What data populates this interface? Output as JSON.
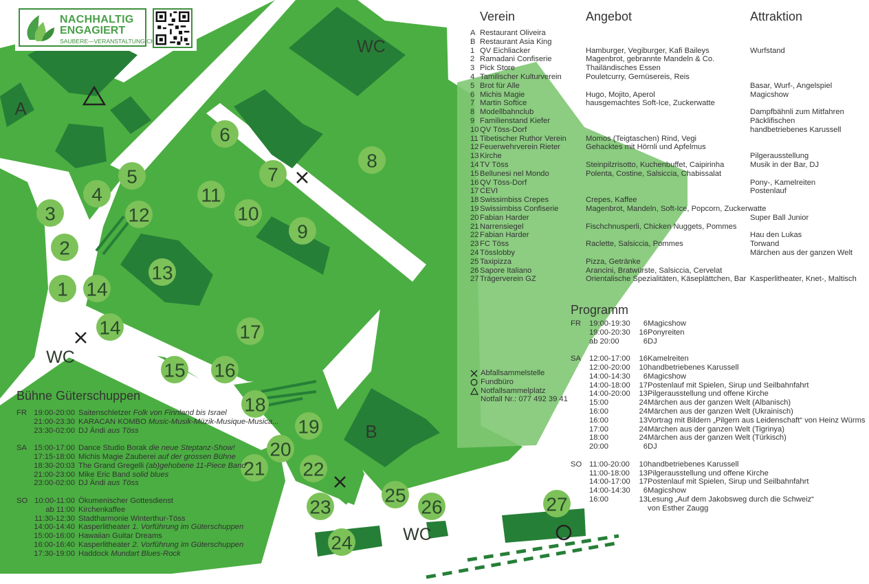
{
  "logo": {
    "line1": "NACHHALTIG",
    "line2": "ENGAGIERT",
    "line3": "SAUBERE—VERANSTALTUNG.CH",
    "qr_icon": "qr-code-icon"
  },
  "colors": {
    "light_green": "#6cc35c",
    "mid_green": "#4bae42",
    "dark_green": "#267f37",
    "circle": "#7cc259",
    "text": "#333333"
  },
  "map": {
    "stands": [
      "1",
      "2",
      "3",
      "4",
      "5",
      "6",
      "7",
      "8",
      "9",
      "10",
      "11",
      "12",
      "13",
      "14",
      "14",
      "15",
      "16",
      "17",
      "18",
      "19",
      "20",
      "21",
      "22",
      "23",
      "24",
      "25",
      "26",
      "27"
    ],
    "buildings": [
      "A",
      "B"
    ],
    "wc": [
      "WC",
      "WC",
      "WC"
    ]
  },
  "headers": {
    "verein": "Verein",
    "angebot": "Angebot",
    "attraktion": "Attraktion",
    "programm": "Programm",
    "buehne": "Bühne Güterschuppen"
  },
  "vereine": [
    {
      "id": "A",
      "name": "Restaurant Oliveira",
      "angebot": "",
      "attraktion": ""
    },
    {
      "id": "B",
      "name": "Restaurant Asia King",
      "angebot": "",
      "attraktion": ""
    },
    {
      "id": "1",
      "name": "QV Eichliacker",
      "angebot": "Hamburger, Vegiburger, Kafi Baileys",
      "attraktion": "Wurfstand"
    },
    {
      "id": "2",
      "name": "Ramadani Confiserie",
      "angebot": "Magenbrot, gebrannte Mandeln & Co.",
      "attraktion": ""
    },
    {
      "id": "3",
      "name": "Pick Store",
      "angebot": "Thailändisches Essen",
      "attraktion": ""
    },
    {
      "id": "4",
      "name": "Tamilischer Kulturverein",
      "angebot": "Pouletcurry, Gemüsereis, Reis",
      "attraktion": ""
    },
    {
      "id": "5",
      "name": "Brot für Alle",
      "angebot": "",
      "attraktion": "Basar, Wurf-, Angelspiel"
    },
    {
      "id": "6",
      "name": "Michis Magie",
      "angebot": "Hugo, Mojito, Aperol",
      "attraktion": "Magicshow"
    },
    {
      "id": "7",
      "name": "Martin Softice",
      "angebot": "hausgemachtes Soft-Ice, Zuckerwatte",
      "attraktion": ""
    },
    {
      "id": "8",
      "name": "Modellbahnclub",
      "angebot": "",
      "attraktion": "Dampfbähnli zum Mitfahren"
    },
    {
      "id": "9",
      "name": "Familienstand Kiefer",
      "angebot": "",
      "attraktion": "Päcklifischen"
    },
    {
      "id": "10",
      "name": "QV Töss-Dorf",
      "angebot": "",
      "attraktion": "handbetriebenes Karussell"
    },
    {
      "id": "11",
      "name": "Tibetischer Ruthor Verein",
      "angebot": "Momos (Teigtaschen) Rind, Vegi",
      "attraktion": ""
    },
    {
      "id": "12",
      "name": "Feuerwehrverein Rieter",
      "angebot": "Gehacktes mit Hörnli und Apfelmus",
      "attraktion": ""
    },
    {
      "id": "13",
      "name": "Kirche",
      "angebot": "",
      "attraktion": "Pilgerausstellung"
    },
    {
      "id": "14",
      "name": "TV Töss",
      "angebot": "Steinpilzrisotto, Kuchenbuffet, Caipirinha",
      "attraktion": "Musik in der Bar, DJ"
    },
    {
      "id": "15",
      "name": "Bellunesi nel Mondo",
      "angebot": "Polenta, Costine, Salsiccia, Chabissalat",
      "attraktion": ""
    },
    {
      "id": "16",
      "name": "QV Töss-Dorf",
      "angebot": "",
      "attraktion": "Pony-, Kamelreiten"
    },
    {
      "id": "17",
      "name": "CEVI",
      "angebot": "",
      "attraktion": "Postenlauf"
    },
    {
      "id": "18",
      "name": "Swissimbiss Crepes",
      "angebot": "Crepes, Kaffee",
      "attraktion": ""
    },
    {
      "id": "19",
      "name": "Swissimbiss Confiserie",
      "angebot": "Magenbrot, Mandeln, Soft-Ice, Popcorn, Zuckerwatte",
      "attraktion": ""
    },
    {
      "id": "20",
      "name": "Fabian Harder",
      "angebot": "",
      "attraktion": "Super Ball Junior"
    },
    {
      "id": "21",
      "name": "Narrensiegel",
      "angebot": "Fischchnusperli, Chicken Nuggets, Pommes",
      "attraktion": ""
    },
    {
      "id": "22",
      "name": "Fabian Harder",
      "angebot": "",
      "attraktion": "Hau den Lukas"
    },
    {
      "id": "23",
      "name": "FC Töss",
      "angebot": "Raclette, Salsiccia, Pommes",
      "attraktion": "Torwand"
    },
    {
      "id": "24",
      "name": "Tösslobby",
      "angebot": "",
      "attraktion": "Märchen aus der ganzen Welt"
    },
    {
      "id": "25",
      "name": "Taxipizza",
      "angebot": "Pizza, Getränke",
      "attraktion": ""
    },
    {
      "id": "26",
      "name": "Sapore Italiano",
      "angebot": "Arancini, Bratwürste, Salsiccia, Cervelat",
      "attraktion": ""
    },
    {
      "id": "27",
      "name": "Trägerverein GZ",
      "angebot": "Orientalische Spezialitäten, Käseplättchen, Bar",
      "attraktion": "Kasperlitheater, Knet-, Maltisch"
    }
  ],
  "legend": [
    {
      "icon": "cross-icon",
      "label": "Abfallsammelstelle"
    },
    {
      "icon": "circle-icon",
      "label": "Fundbüro"
    },
    {
      "icon": "triangle-icon",
      "label": "Notfallsammelplatz"
    },
    {
      "icon": "",
      "label": "Notfall Nr.: 077 492 39 41"
    }
  ],
  "programm": [
    {
      "day": "FR",
      "time": "19:00-19:30",
      "stand": "6",
      "event": "Magicshow"
    },
    {
      "day": "",
      "time": "19:00-20:30",
      "stand": "16",
      "event": "Ponyreiten"
    },
    {
      "day": "",
      "time": "ab 20:00",
      "stand": "6",
      "event": "DJ"
    },
    {
      "day": "SA",
      "time": "12:00-17:00",
      "stand": "16",
      "event": "Kamelreiten"
    },
    {
      "day": "",
      "time": "12:00-20:00",
      "stand": "10",
      "event": "handbetriebenes Karussell"
    },
    {
      "day": "",
      "time": "14:00-14:30",
      "stand": "6",
      "event": "Magicshow"
    },
    {
      "day": "",
      "time": "14:00-18:00",
      "stand": "17",
      "event": "Postenlauf mit Spielen, Sirup und Seilbahnfahrt"
    },
    {
      "day": "",
      "time": "14:00-20:00",
      "stand": "13",
      "event": "Pilgerausstellung und offene Kirche"
    },
    {
      "day": "",
      "time": "15:00",
      "stand": "24",
      "event": "Märchen aus der ganzen Welt (Albanisch)"
    },
    {
      "day": "",
      "time": "16:00",
      "stand": "24",
      "event": "Märchen aus der ganzen Welt (Ukrainisch)"
    },
    {
      "day": "",
      "time": "16:00",
      "stand": "13",
      "event": "Vortrag mit Bildern „Pilgern aus Leidenschaft“ von Heinz Würms"
    },
    {
      "day": "",
      "time": "17:00",
      "stand": "24",
      "event": "Märchen aus der ganzen Welt (Tigrinya)"
    },
    {
      "day": "",
      "time": "18:00",
      "stand": "24",
      "event": "Märchen aus der ganzen Welt (Türkisch)"
    },
    {
      "day": "",
      "time": "20:00",
      "stand": "6",
      "event": "DJ"
    },
    {
      "day": "SO",
      "time": "11:00-20:00",
      "stand": "10",
      "event": "handbetriebenes Karussell"
    },
    {
      "day": "",
      "time": "11:00-18:00",
      "stand": "13",
      "event": "Pilgerausstellung und offene Kirche"
    },
    {
      "day": "",
      "time": "14:00-17:00",
      "stand": "17",
      "event": "Postenlauf mit Spielen, Sirup und Seilbahnfahrt"
    },
    {
      "day": "",
      "time": "14:00-14:30",
      "stand": "6",
      "event": "Magicshow"
    },
    {
      "day": "",
      "time": "16:00",
      "stand": "13",
      "event": "Lesung „Auf dem Jakobsweg durch die Schweiz“"
    },
    {
      "day": "",
      "time": "",
      "stand": "",
      "event": "von Esther Zaugg"
    }
  ],
  "buehne": [
    {
      "day": "FR",
      "time": "19:00-20:00",
      "act": "Saitenschletzer",
      "desc": "Folk von Finnland bis Israel"
    },
    {
      "day": "",
      "time": "21:00-23:30",
      "act": "KARACAN KOMBO",
      "desc": "Music-Musik-Müzik-Musique-Musica..."
    },
    {
      "day": "",
      "time": "23:30-02:00",
      "act": "DJ Ändi",
      "desc": "aus Töss"
    },
    {
      "day": "SA",
      "time": "15:00-17:00",
      "act": "Dance Studio Borak",
      "desc": "die neue Steptanz-Show!"
    },
    {
      "day": "",
      "time": "17:15-18:00",
      "act": "Michis Magie Zauberei",
      "desc": "auf der grossen Bühne"
    },
    {
      "day": "",
      "time": "18:30-20:03",
      "act": "The Grand Gregelli",
      "desc": "(ab)gehobene 11-Piece Band"
    },
    {
      "day": "",
      "time": "21:00-23:00",
      "act": "Mike Eric Band",
      "desc": "solid blues"
    },
    {
      "day": "",
      "time": "23:00-02:00",
      "act": "DJ Ändi",
      "desc": "aus Töss"
    },
    {
      "day": "SO",
      "time": "10:00-11:00",
      "act": "Ökumenischer Gottesdienst",
      "desc": ""
    },
    {
      "day": "",
      "time": "ab 11:00",
      "act": "Kirchenkaffee",
      "desc": ""
    },
    {
      "day": "",
      "time": "11:30-12:30",
      "act": "Stadtharmonie Winterthur-Töss",
      "desc": ""
    },
    {
      "day": "",
      "time": "14:00-14:40",
      "act": "Kasperlitheater",
      "desc": "1. Vorführung im Güterschuppen"
    },
    {
      "day": "",
      "time": "15:00-16:00",
      "act": "Hawaiian Guitar Dreams",
      "desc": ""
    },
    {
      "day": "",
      "time": "16:00-16:40",
      "act": "Kasperlitheater",
      "desc": "2. Vorführung im Güterschuppen"
    },
    {
      "day": "",
      "time": "17:30-19:00",
      "act": "Haddock",
      "desc": "Mundart Blues-Rock"
    }
  ]
}
